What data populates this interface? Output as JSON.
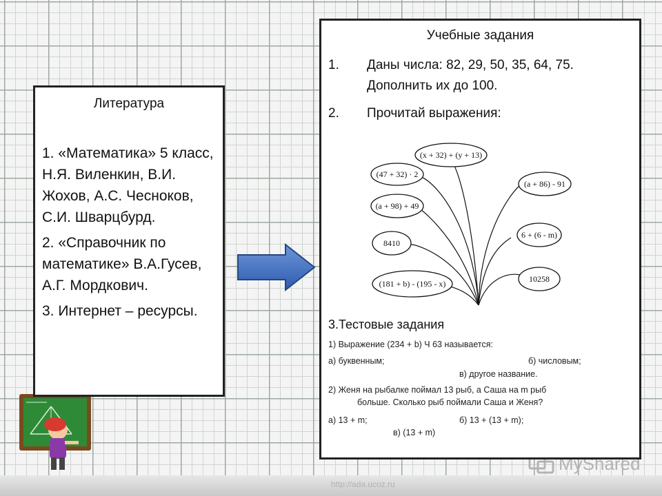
{
  "literature": {
    "title": "Литература",
    "items": [
      "1. «Математика» 5 класс, Н.Я. Виленкин, В.И. Жохов, А.С. Чесноков, С.И. Шварцбурд.",
      "2. «Справочник по математике» В.А.Гусев, А.Г. Мордкович.",
      "3. Интернет – ресурсы."
    ]
  },
  "tasks": {
    "title": "Учебные задания",
    "task1": {
      "num": "1.",
      "text": "Даны числа: 82, 29, 50, 35, 64, 75. Дополнить их до 100."
    },
    "task2": {
      "num": "2.",
      "text": "Прочитай выражения:"
    },
    "expressions": [
      "(x + 32) + (y + 13)",
      "(47 + 32) · 2",
      "(a + 98) + 49",
      "8410",
      "(181 + b) - (195 - x)",
      "(a + 86) - 91",
      "6 + (6 - m)",
      "10258"
    ],
    "test_heading": "3.Тестовые задания",
    "q1": "1) Выражение (234 + b) Ч 63 называется:",
    "q1_a": "а) буквенным;",
    "q1_b": "б) числовым;",
    "q1_c": "в) другое название.",
    "q2_line1": "2) Женя на рыбалке поймал 13 рыб, а Саша на m рыб",
    "q2_line2": "больше. Сколько рыб поймали Саша и Женя?",
    "q2_a": "а) 13 + m;",
    "q2_b": "б) 13 + (13 + m);",
    "q2_c": "в) (13 + m)"
  },
  "watermark": "MyShared",
  "footer_url": "http://ada.ucoz.ru"
}
